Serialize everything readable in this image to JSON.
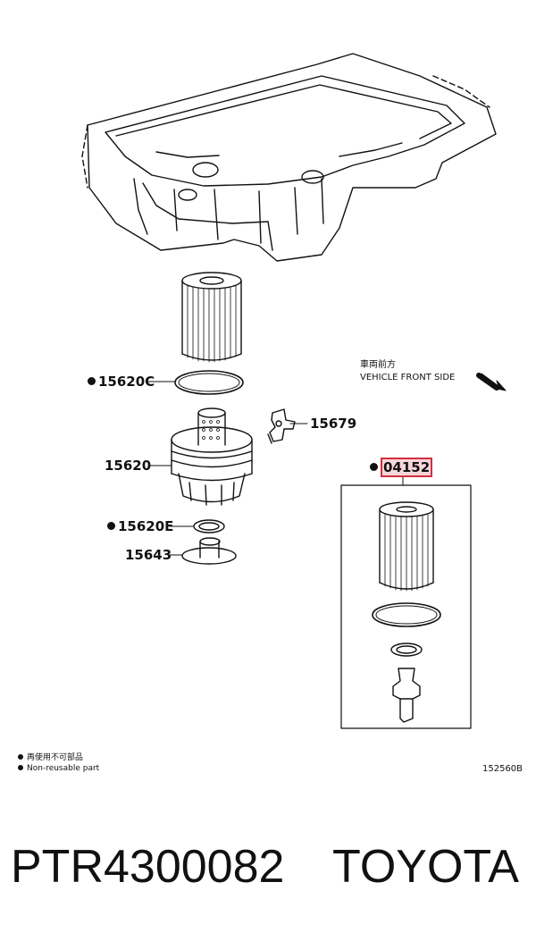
{
  "callouts": {
    "c15620C": "15620C",
    "c15679": "15679",
    "c15620": "15620",
    "c04152": "04152",
    "c15620E": "15620E",
    "c15643": "15643"
  },
  "front_side": {
    "japanese": "車両前方",
    "english": "VEHICLE FRONT SIDE"
  },
  "legend": {
    "japanese": "再使用不可部品",
    "english": "Non-reusable part"
  },
  "figure_id": "152560B",
  "part_number": "PTR4300082",
  "brand": "TOYOTA",
  "colors": {
    "highlight_border": "#d03040",
    "highlight_fill": "#f7d6da"
  }
}
